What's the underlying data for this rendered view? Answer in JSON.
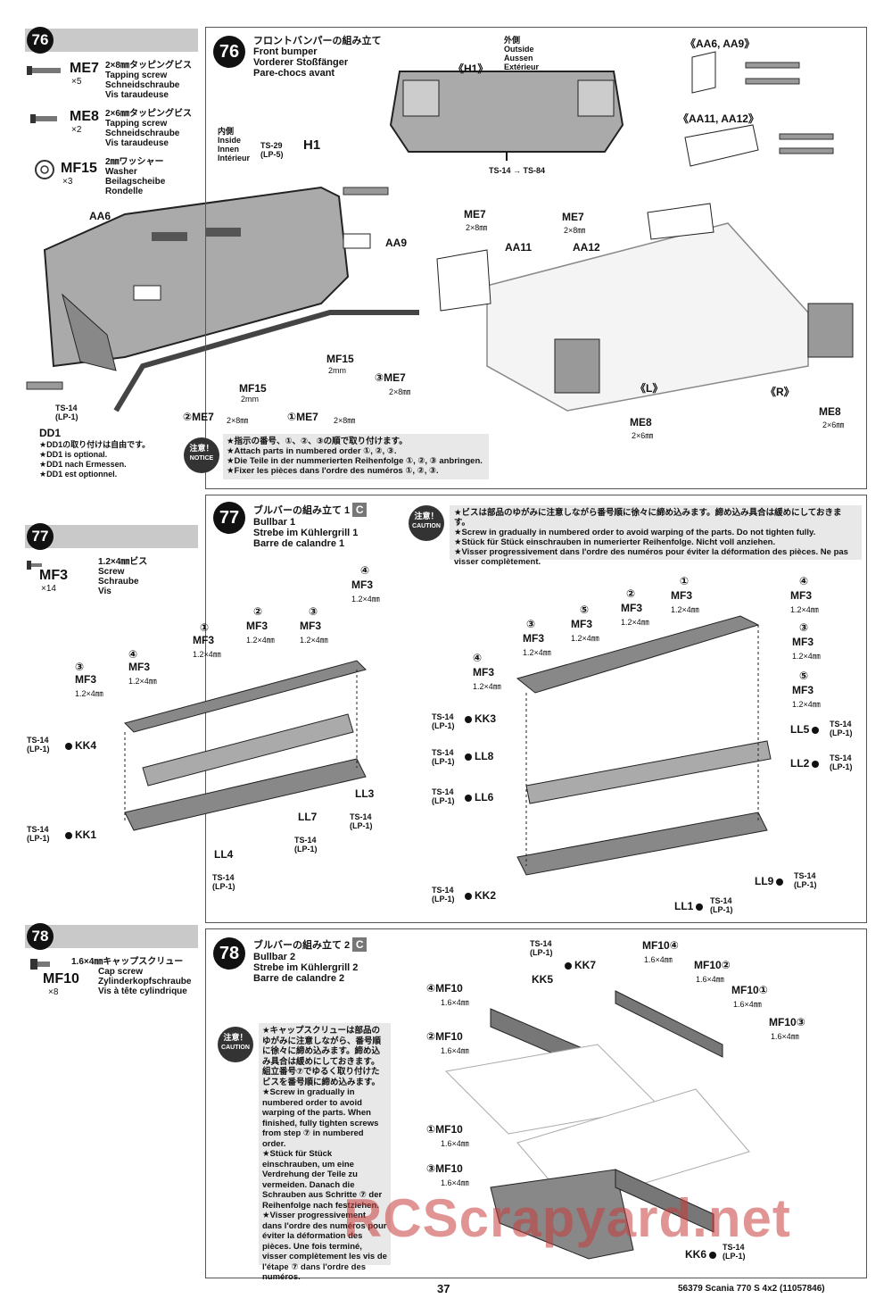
{
  "step76": {
    "num": "76",
    "parts": [
      {
        "code": "ME7",
        "qty": "×5",
        "jp": "2×8㎜タッピングビス",
        "desc": [
          "Tapping screw",
          "Schneidschraube",
          "Vis taraudeuse"
        ]
      },
      {
        "code": "ME8",
        "qty": "×2",
        "jp": "2×6㎜タッピングビス",
        "desc": [
          "Tapping screw",
          "Schneidschraube",
          "Vis taraudeuse"
        ]
      },
      {
        "code": "MF15",
        "qty": "×3",
        "jp": "2㎜ワッシャー",
        "desc": [
          "Washer",
          "Beilagscheibe",
          "Rondelle"
        ]
      }
    ],
    "title": [
      "フロントバンパーの組み立て",
      "Front bumper",
      "Vorderer Stoßfänger",
      "Pare-chocs avant"
    ],
    "inside": [
      "内側",
      "Inside",
      "Innen",
      "Intérieur"
    ],
    "ts_inside": "TS-29",
    "lp_inside": "(LP-5)",
    "h1": "H1",
    "outside": [
      "外側",
      "Outside",
      "Aussen",
      "Extérieur"
    ],
    "h1_bracket": "《H1》",
    "ts_h1": "TS-14 → TS-84",
    "aa69": "《AA6, AA9》",
    "aa1112": "《AA11, AA12》",
    "labels": {
      "aa6": "AA6",
      "aa9": "AA9",
      "mf15": "MF15",
      "mf15b": "MF15",
      "mm2": "2mm",
      "mm2b": "2mm",
      "me7_3": "③ME7",
      "me7_3s": "2×8㎜",
      "me7_2": "②ME7",
      "me7_2s": "2×8㎜",
      "me7_1": "①ME7",
      "me7_1s": "2×8㎜",
      "ts14": "TS-14",
      "lp1": "(LP-1)",
      "dd1": "DD1",
      "me7a": "ME7",
      "me7as": "2×8㎜",
      "me7b": "ME7",
      "me7bs": "2×8㎜",
      "aa11": "AA11",
      "aa12": "AA12",
      "l": "《L》",
      "r": "《R》",
      "me8a": "ME8",
      "me8as": "2×6㎜",
      "me8b": "ME8",
      "me8bs": "2×6㎜"
    },
    "dd1_notes": [
      "★DD1の取り付けは自由です。",
      "★DD1 is optional.",
      "★DD1 nach Ermessen.",
      "★DD1 est optionnel."
    ],
    "notice_badge": [
      "注意！",
      "NOTICE"
    ],
    "notice": [
      "★指示の番号、①、②、③の順で取り付けます。",
      "★Attach parts in numbered order ①, ②, ③.",
      "★Die Teile in der nummerierten Reihenfolge ①, ②, ③ anbringen.",
      "★Fixer les pièces dans l'ordre des numéros ①, ②, ③."
    ]
  },
  "step77": {
    "num": "77",
    "parts": [
      {
        "code": "MF3",
        "qty": "×14",
        "jp": "1.2×4㎜ビス",
        "desc": [
          "Screw",
          "Schraube",
          "Vis"
        ]
      }
    ],
    "title": [
      "ブルバーの組み立て 1",
      "Bullbar 1",
      "Strebe im Kühlergrill 1",
      "Barre de calandre 1"
    ],
    "c": "C",
    "caution_badge": [
      "注意！",
      "CAUTION"
    ],
    "caution": [
      "★ビスは部品のゆがみに注意しながら番号順に徐々に締め込みます。締め込み具合は緩めにしておきます。",
      "★Screw in gradually in numbered order to avoid warping of the parts. Do not tighten fully.",
      "★Stück für Stück einschrauben in numerierter Reihenfolge. Nicht voll anziehen.",
      "★Visser progressivement dans l'ordre des numéros pour éviter la déformation des pièces. Ne pas visser complètement."
    ],
    "left": {
      "mf": "MF3",
      "size": "1.2×4㎜",
      "n1": "①",
      "n2": "②",
      "n3": "③",
      "n4": "④",
      "kk4": "KK4",
      "kk1": "KK1",
      "ll3": "LL3",
      "ll7": "LL7",
      "ll4": "LL4",
      "ts": "TS-14",
      "lp": "(LP-1)"
    },
    "right": {
      "mf": "MF3",
      "size": "1.2×4㎜",
      "n1": "①",
      "n2": "②",
      "n3": "③",
      "n4": "④",
      "n5": "⑤",
      "kk3": "KK3",
      "ll8": "LL8",
      "ll6": "LL6",
      "kk2": "KK2",
      "ll5": "LL5",
      "ll2": "LL2",
      "ll9": "LL9",
      "ll1": "LL1",
      "ts": "TS-14",
      "lp": "(LP-1)"
    }
  },
  "step78": {
    "num": "78",
    "parts": [
      {
        "code": "MF10",
        "qty": "×8",
        "jp": "1.6×4㎜キャップスクリュー",
        "desc": [
          "Cap screw",
          "Zylinderkopfschraube",
          "Vis à tête cylindrique"
        ]
      }
    ],
    "title": [
      "ブルバーの組み立て 2",
      "Bullbar 2",
      "Strebe im Kühlergrill 2",
      "Barre de calandre 2"
    ],
    "c": "C",
    "caution_badge": [
      "注意！",
      "CAUTION"
    ],
    "caution": [
      "★キャップスクリューは部品のゆがみに注意しながら、番号順に徐々に締め込みます。締め込み具合は緩めにしておきます。組立番号⑦でゆるく取り付けたビスを番号順に締め込みます。",
      "★Screw in gradually in numbered order to avoid warping of the parts. When finished, fully tighten screws from step ⑦ in numbered order.",
      "★Stück für Stück einschrauben, um eine Verdrehung der Teile zu vermeiden. Danach die Schrauben aus Schritte ⑦ der Reihenfolge nach festziehen.",
      "★Visser progressivement dans l'ordre des numéros pour éviter la déformation des pièces. Une fois terminé, visser complètement les vis de l'étape ⑦ dans l'ordre des numéros."
    ],
    "mf": "MF10",
    "size": "1.6×4㎜",
    "n1": "①",
    "n2": "②",
    "n3": "③",
    "n4": "④",
    "kk7": "KK7",
    "kk5": "KK5",
    "kk6": "KK6",
    "ts": "TS-14",
    "lp": "(LP-1)"
  },
  "footer": {
    "page": "37",
    "model": "56379 Scania 770 S 4x2 (11057846)"
  },
  "watermark": "RCScrapyard.net"
}
